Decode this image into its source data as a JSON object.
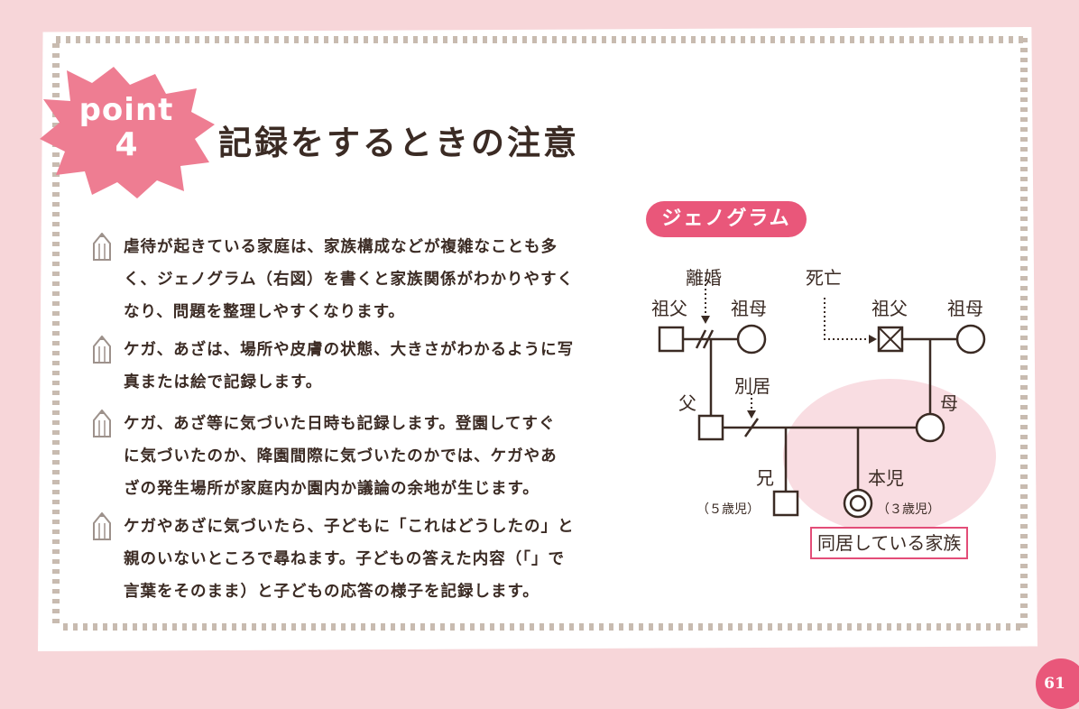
{
  "header": {
    "point_word": "point",
    "point_number": "4",
    "title": "記録をするときの注意"
  },
  "notes": [
    {
      "lines": [
        "虐待が起きている家庭は、家族構成などが複雑なことも多",
        "く、ジェノグラム（右図）を書くと家族関係がわかりやすく",
        "なり、問題を整理しやすくなります。"
      ]
    },
    {
      "lines": [
        "ケガ、あざは、場所や皮膚の状態、大きさがわかるように写",
        "真または絵で記録します。"
      ]
    },
    {
      "lines": [
        "ケガ、あざ等に気づいた日時も記録します。登園してすぐ",
        "に気づいたのか、降園間際に気づいたのかでは、ケガやあ",
        "ざの発生場所が家庭内か園内か議論の余地が生じます。"
      ]
    },
    {
      "lines": [
        "ケガやあざに気づいたら、子どもに「これはどうしたの」と",
        "親のいないところで尋ねます。子どもの答えた内容（「」で",
        "言葉をそのまま）と子どもの応答の様子を記録します。"
      ]
    }
  ],
  "genogram": {
    "label": "ジェノグラム",
    "rikon": "離婚",
    "shibo": "死亡",
    "sofu_left": "祖父",
    "sobo_left": "祖母",
    "sofu_right": "祖父",
    "sobo_right": "祖母",
    "bekkyo": "別居",
    "chichi": "父",
    "haha": "母",
    "ani": "兄",
    "ani_age": "（５歳児）",
    "honji": "本児",
    "honji_age": "（３歳児）",
    "dokyo": "同居している家族"
  },
  "page_number": "61",
  "colors": {
    "accent": "#e9577a",
    "highlight": "#fbe0e6",
    "ink": "#3b2b24",
    "background": "#f7d6d9"
  }
}
